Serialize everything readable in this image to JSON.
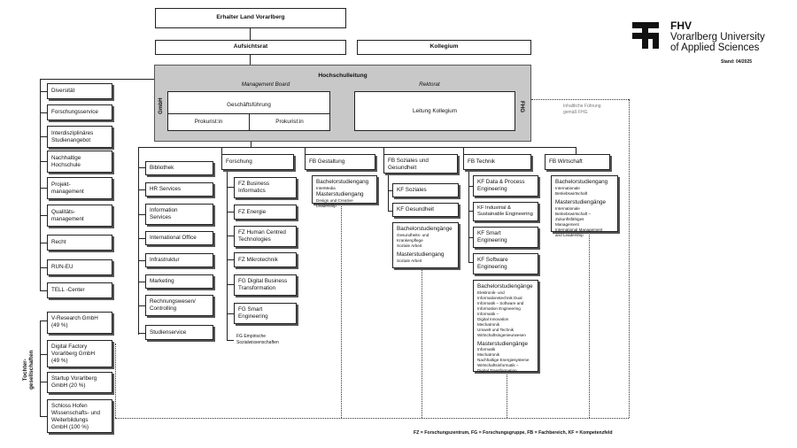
{
  "top": {
    "erhalter": "Erhalter Land Vorarlberg",
    "aufsichtsrat": "Aufsichtsrat",
    "kollegium": "Kollegium"
  },
  "hochschulleitung": {
    "title": "Hochschulleitung",
    "management_board": "Management Board",
    "rektorat": "Rektorat",
    "gmbh": "GmbH",
    "fhg": "FHG",
    "geschaeftsfuehrung": "Geschäftsführung",
    "prokurist1": "Prokurist:in",
    "prokurist2": "Prokurist:in",
    "leitung_kollegium": "Leitung Kollegium"
  },
  "inhaltliche_fuehrung": "Inhaltliche Führung\ngemäß FHG",
  "logo": {
    "line1": "FHV",
    "line2": "Vorarlberg University",
    "line3": "of Applied Sciences"
  },
  "stand": "Stand: 04/2025",
  "left_column": [
    "Diversität",
    "Forschungsservice",
    "Interdisziplinäres\nStudienangebot",
    "Nachhaltige\nHochschule",
    "Projekt-\nmanagement",
    "Qualitäts-\nmanagement",
    "Recht",
    "RUN-EU",
    "TELL -Center"
  ],
  "tochter": {
    "label": "Tochter-\ngesellschaften",
    "items": [
      "V-Research GmbH\n(49 %)",
      "Digital Factory\nVorarlberg GmbH\n(49 %)",
      "Startup Vorarlberg\nGmbH (20 %)",
      "Schloss Hofen\nWissenschafts- und\nWeiterbildungs\nGmbH (100 %)"
    ]
  },
  "services": [
    "Bibliothek",
    "HR Services",
    "Information\nServices",
    "International Office",
    "Infrastruktur",
    "Marketing",
    "Rechnungswesen/\nControlling",
    "Studienservice"
  ],
  "forschung": {
    "title": "Forschung",
    "items": [
      "FZ Business\nInformatics",
      "FZ Energie",
      "FZ Human Centred\nTechnologies",
      "FZ Mikrotechnik",
      "FG Digital Business\nTransformation",
      "FG Smart\nEngineering"
    ],
    "last": "FG Empirische\nSozialwissenschaften"
  },
  "gestaltung": {
    "title": "FB Gestaltung",
    "bachelor_head": "Bachelorstudiengang",
    "bachelor_items": "InterMedia",
    "master_head": "Masterstudiengang",
    "master_items": "Design und Creative\nLeadership"
  },
  "soziales": {
    "title": "FB Soziales und\nGesundheit",
    "kf1": "KF Soziales",
    "kf2": "KF Gesundheit",
    "bachelor_head": "Bachelorstudiengänge",
    "bachelor_items": "Gesundheits- und\nKrankenpflege\nSoziale Arbeit",
    "master_head": "Masterstudiengang",
    "master_items": "Soziale Arbeit"
  },
  "technik": {
    "title": "FB Technik",
    "kf": [
      "KF Data & Process\nEngineering",
      "KF Industrial &\nSustainable Engineering",
      "KF Smart\nEngineering",
      "KF Software\nEngineering"
    ],
    "bachelor_head": "Bachelorstudiengänge",
    "bachelor_items": "Elektronik- und\nInformationstechnik Dual\nInformatik – Software and\nInformation Engineering\nInformatik –\nDigital Innovation\nMechatronik\nUmwelt und Technik\nWirtschaftsingenieurwesen",
    "master_head": "Masterstudiengänge",
    "master_items": "Informatik\nMechatronik\nNachhaltige Energiesysteme\nWirtschaftsinformatik –\nDigital Transformation"
  },
  "wirtschaft": {
    "title": "FB Wirtschaft",
    "bachelor_head": "Bachelorstudiengang",
    "bachelor_items": "Internationale\nBetriebswirtschaft",
    "master_head": "Masterstudiengänge",
    "master_items": "Internationale\nBetriebswirtschaft –\nZukunftsfähiges\nManagement\nInternational Management\nand Leadership"
  },
  "footnote": "FZ = Forschungszentrum,  FG = Forschungsgruppe, FB = Fachbereich, KF = Kompetenzfeld"
}
